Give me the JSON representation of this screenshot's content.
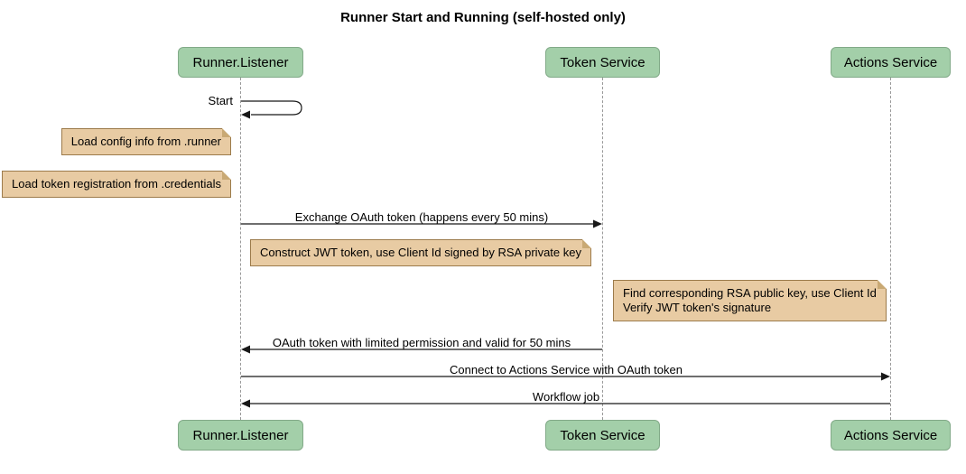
{
  "title": "Runner Start and Running (self-hosted only)",
  "participants": [
    {
      "id": "runner-listener",
      "label": "Runner.Listener"
    },
    {
      "id": "token-service",
      "label": "Token Service"
    },
    {
      "id": "actions-service",
      "label": "Actions Service"
    }
  ],
  "messages": {
    "start": "Start",
    "exchange": "Exchange OAuth token (happens every 50 mins)",
    "oauth_return": "OAuth token with limited permission and valid for 50 mins",
    "connect": "Connect to Actions Service with OAuth token",
    "workflow": "Workflow job"
  },
  "notes": {
    "load_config": "Load config info from .runner",
    "load_credentials": "Load token registration from .credentials",
    "construct_jwt": "Construct JWT token, use Client Id signed by RSA private key",
    "verify_jwt": "Find corresponding RSA public key, use Client Id\nVerify JWT token's signature"
  },
  "colors": {
    "background": "#FFFFFF",
    "text": "#000000",
    "participant_fill": "#A3CFA9",
    "participant_border": "#82AA88",
    "note_fill": "#E8CBA3",
    "note_border": "#9C7B4B",
    "note_fold": "#C9A974",
    "lifeline": "#999999",
    "arrow": "#181818"
  }
}
